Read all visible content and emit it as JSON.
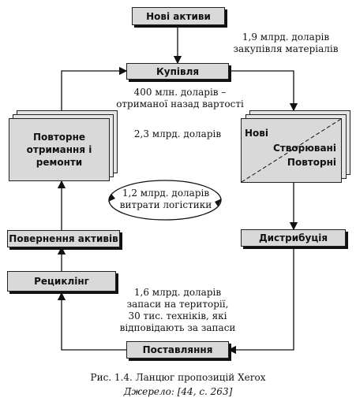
{
  "boxes": {
    "new_assets": "Нові активи",
    "purchase": "Купівля",
    "refurbish_line1": "Повторне",
    "refurbish_line2": "отримання і",
    "refurbish_line3": "ремонти",
    "products_new": "Нові",
    "products_created": "Створювані",
    "products_repeat": "Повторні",
    "distribution": "Дистрибуція",
    "asset_return": "Повернення активів",
    "recycling": "Рециклінг",
    "delivery": "Поставляння"
  },
  "notes": {
    "materials_line1": "1,9 млрд. доларів",
    "materials_line2": "закупівля матеріалів",
    "returned_line1": "400 млн. доларів –",
    "returned_line2": "отриманої назад вартості",
    "middle_value": "2,3 млрд. доларів",
    "logistics_line1": "1,2 млрд. доларів",
    "logistics_line2": "витрати логістики",
    "stock_line1": "1,6 млрд. доларів",
    "stock_line2": "запаси на території,",
    "stock_line3": "30 тис. техніків, які",
    "stock_line4": "відповідають за запаси"
  },
  "caption": {
    "title": "Рис. 1.4. Ланцюг пропозицій Xerox",
    "source": "Джерело: [44, с. 263]"
  },
  "colors": {
    "box_fill": "#d9d9d9",
    "line": "#111111"
  }
}
